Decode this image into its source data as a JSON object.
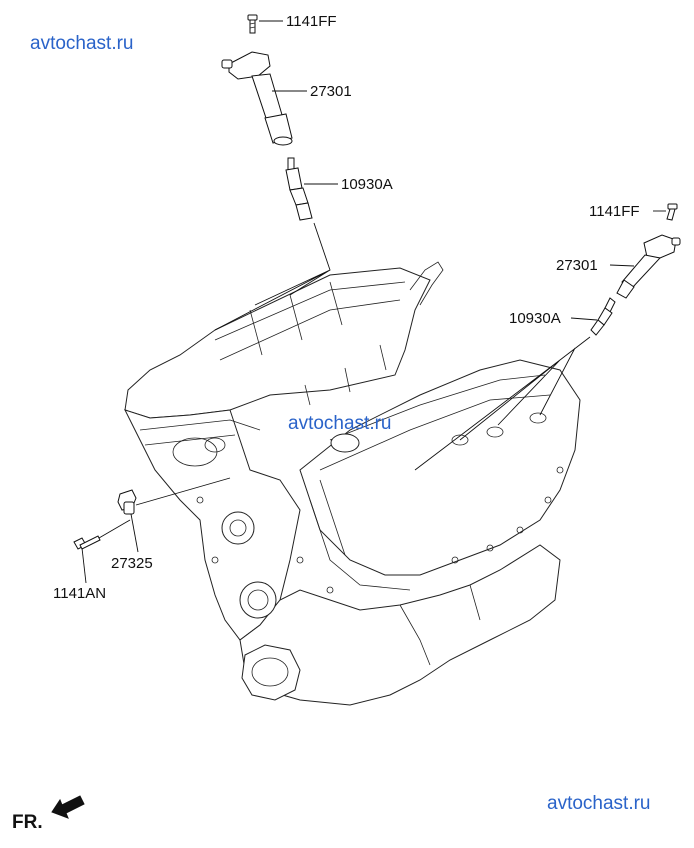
{
  "watermarks": [
    "avtochast.ru",
    "avtochast.ru",
    "avtochast.ru"
  ],
  "parts": {
    "bolt_top_left": "1141FF",
    "coil_left": "27301",
    "plug_left": "10930A",
    "bolt_top_right": "1141FF",
    "coil_right": "27301",
    "plug_right": "10930A",
    "sensor": "27325",
    "bolt_sensor": "1141AN"
  },
  "direction": {
    "label": "FR.",
    "icon": "arrow-front-icon"
  }
}
